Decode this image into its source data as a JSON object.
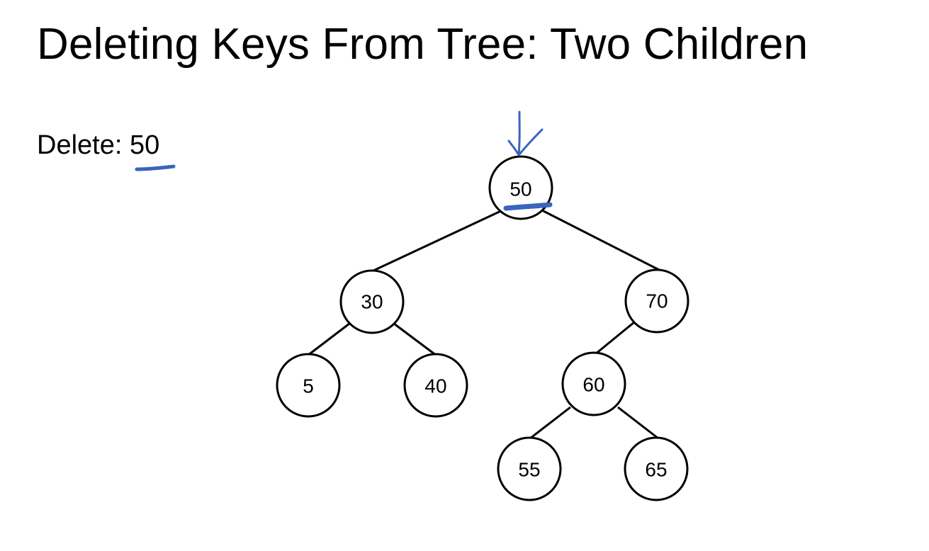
{
  "slide": {
    "title": "Deleting Keys From Tree: Two Children",
    "delete_label": "Delete:",
    "delete_key": "50"
  },
  "tree": {
    "root": "50",
    "nodes": [
      {
        "id": "n50",
        "key": "50",
        "parent": null
      },
      {
        "id": "n30",
        "key": "30",
        "parent": "n50"
      },
      {
        "id": "n70",
        "key": "70",
        "parent": "n50"
      },
      {
        "id": "n5",
        "key": "5",
        "parent": "n30"
      },
      {
        "id": "n40",
        "key": "40",
        "parent": "n30"
      },
      {
        "id": "n60",
        "key": "60",
        "parent": "n70"
      },
      {
        "id": "n55",
        "key": "55",
        "parent": "n60"
      },
      {
        "id": "n65",
        "key": "65",
        "parent": "n60"
      }
    ],
    "highlighted_key": "50"
  },
  "colors": {
    "ink": "#3a64be",
    "stroke": "#000000",
    "background": "#ffffff"
  }
}
